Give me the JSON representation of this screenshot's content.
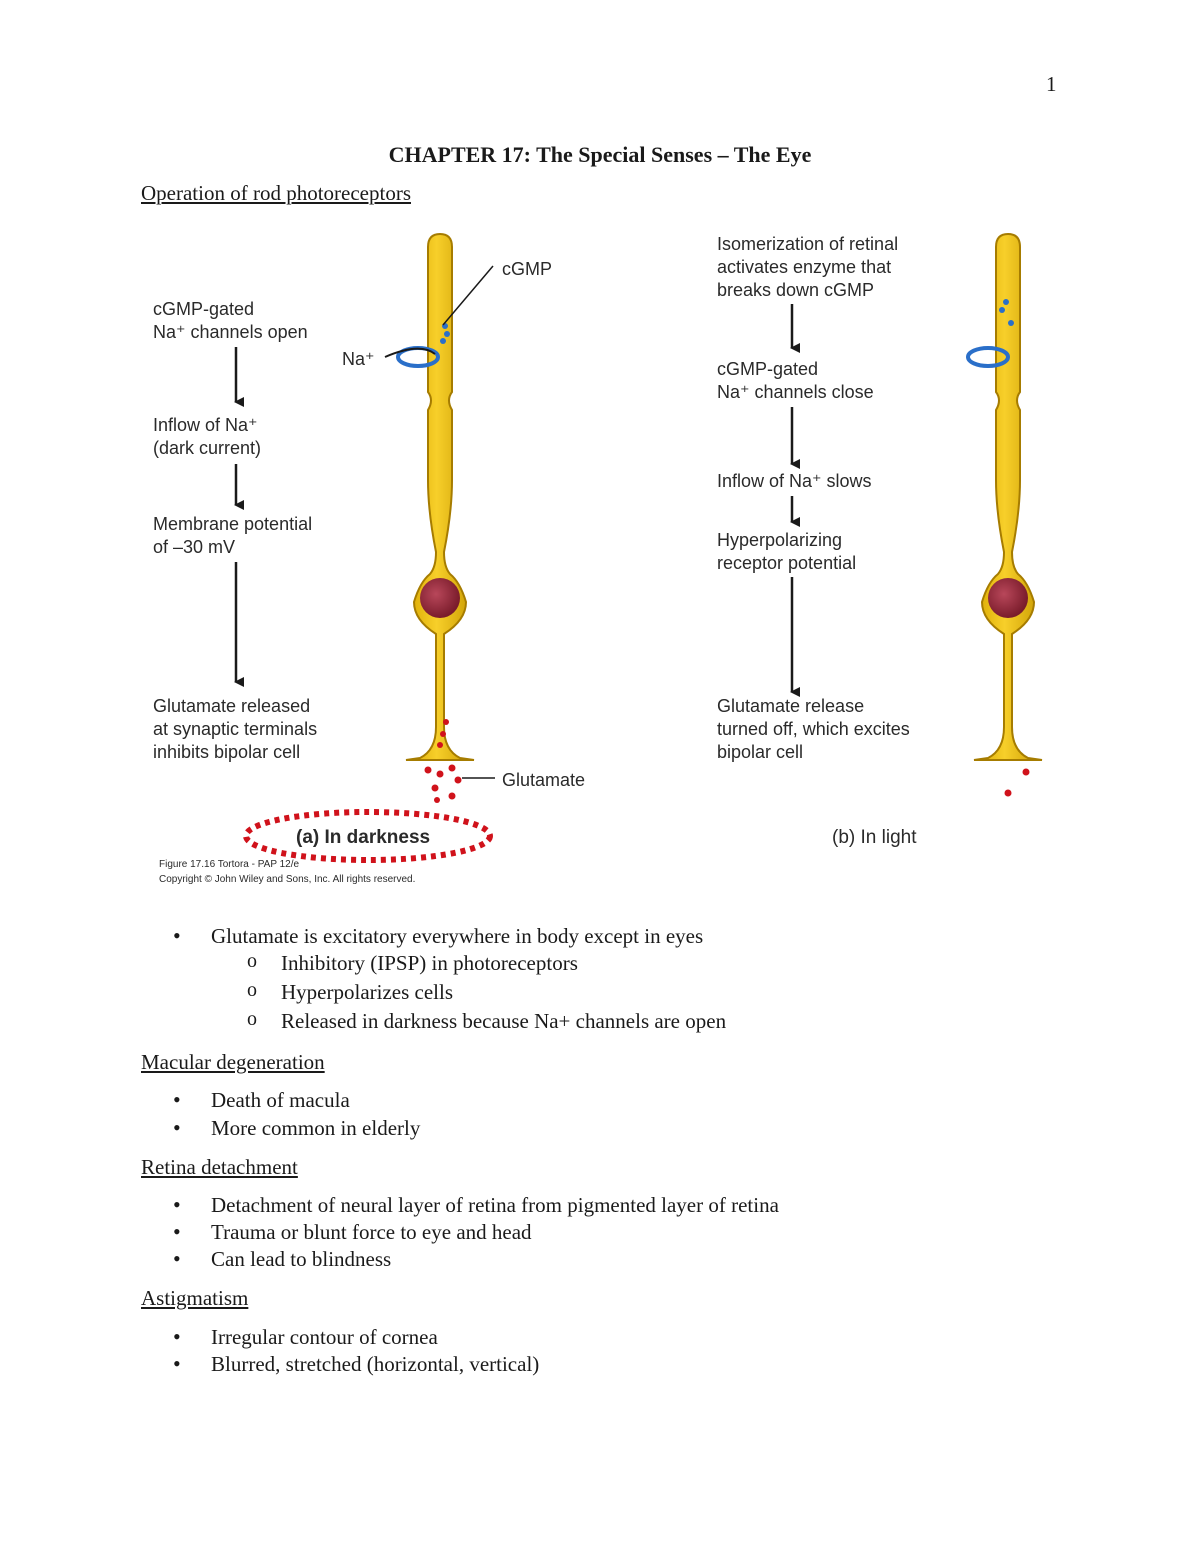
{
  "page_number": "1",
  "title": "CHAPTER 17: The Special Senses – The Eye",
  "section1": {
    "heading": "Operation of rod photoreceptors",
    "figure": {
      "left": {
        "step1_l1": "cGMP-gated",
        "step1_l2": "Na⁺ channels open",
        "step2_l1": "Inflow of Na⁺",
        "step2_l2": "(dark current)",
        "step3_l1": "Membrane potential",
        "step3_l2": "of –30 mV",
        "step4_l1": "Glutamate released",
        "step4_l2": "at synaptic terminals",
        "step4_l3": "inhibits bipolar cell",
        "label_cgmp": "cGMP",
        "label_na": "Na⁺",
        "label_glutamate": "Glutamate",
        "caption": "(a) In darkness",
        "credit_l1": "Figure 17.16  Tortora - PAP 12/e",
        "credit_l2": "Copyright © John Wiley and Sons, Inc. All rights reserved."
      },
      "right": {
        "step1_l1": "Isomerization of retinal",
        "step1_l2": "activates enzyme that",
        "step1_l3": "breaks down cGMP",
        "step2_l1": "cGMP-gated",
        "step2_l2": "Na⁺ channels close",
        "step3": "Inflow of Na⁺ slows",
        "step4_l1": "Hyperpolarizing",
        "step4_l2": "receptor potential",
        "step5_l1": "Glutamate release",
        "step5_l2": "turned off, which excites",
        "step5_l3": "bipolar cell",
        "caption": "(b) In light"
      }
    },
    "bullets": [
      {
        "text": "Glutamate is excitatory everywhere in body except in eyes"
      }
    ],
    "subbullets": [
      "Inhibitory (IPSP) in photoreceptors",
      "Hyperpolarizes cells",
      "Released in darkness because Na+ channels are open"
    ]
  },
  "section2": {
    "heading": "Macular degeneration",
    "bullets": [
      "Death of macula",
      "More common in elderly"
    ]
  },
  "section3": {
    "heading": "Retina detachment",
    "bullets": [
      "Detachment of neural layer of retina from pigmented layer of retina",
      "Trauma or blunt force to eye and head",
      "Can lead to blindness"
    ]
  },
  "section4": {
    "heading": "Astigmatism",
    "bullets": [
      "Irregular contour of cornea",
      "Blurred, stretched (horizontal, vertical)"
    ]
  },
  "colors": {
    "rod_fill": "#f2c313",
    "rod_stroke": "#a67c00",
    "nucleus": "#8b2232",
    "channel_blue": "#2a6fc9",
    "glutamate_red": "#d0121b"
  }
}
